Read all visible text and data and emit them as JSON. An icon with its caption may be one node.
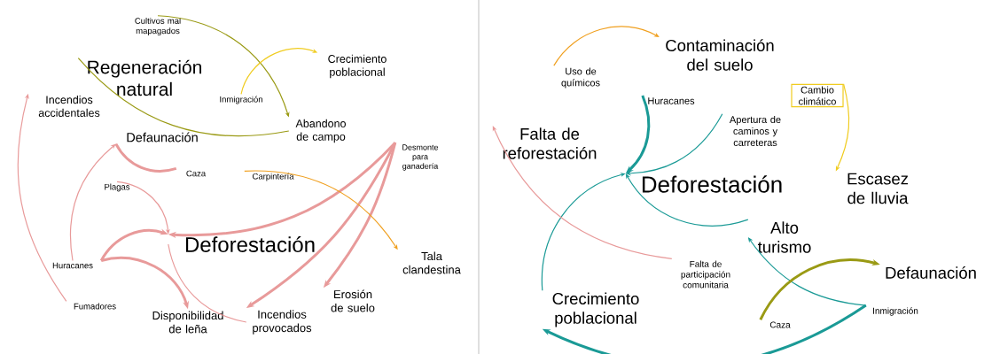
{
  "diagram": {
    "nodes": [
      {
        "text": [
          "Cultivos mal mapagados"
        ]
      },
      {
        "text": [
          "Regeneración natural"
        ]
      },
      {
        "text": [
          "Crecimiento poblacional"
        ]
      },
      {
        "text": [
          "Inmigración"
        ]
      },
      {
        "text": [
          "Incendios accidentales"
        ]
      },
      {
        "text": [
          "Abandono de campo"
        ]
      },
      {
        "text": [
          "Defaunación"
        ]
      },
      {
        "text": [
          "Desmonte para ganadería"
        ]
      },
      {
        "text": [
          "Caza"
        ]
      },
      {
        "text": [
          "Carpintería"
        ]
      },
      {
        "text": [
          "Plagas"
        ]
      },
      {
        "text": [
          "Deforestación"
        ]
      },
      {
        "text": [
          "Tala clandestina"
        ]
      },
      {
        "text": [
          "Huracanes"
        ]
      },
      {
        "text": [
          "Fumadores"
        ]
      },
      {
        "text": [
          "Disponibilidad de leña"
        ]
      },
      {
        "text": [
          "Incendios provocados"
        ]
      },
      {
        "text": [
          "Erosión de suelo"
        ]
      },
      {
        "text": [
          "Uso de químicos"
        ]
      },
      {
        "text": [
          "Contaminación del suelo"
        ]
      },
      {
        "text": [
          "Cambio climático"
        ]
      },
      {
        "text": [
          "Huracanes"
        ]
      },
      {
        "text": [
          "Apertura de caminos y carreteras"
        ]
      },
      {
        "text": [
          "Falta de reforestación"
        ]
      },
      {
        "text": [
          "Deforestación"
        ]
      },
      {
        "text": [
          "Escasez de lluvia"
        ]
      },
      {
        "text": [
          "Alto turismo"
        ]
      },
      {
        "text": [
          "Defaunación"
        ]
      },
      {
        "text": [
          "Falta de participación comunitaria"
        ]
      },
      {
        "text": [
          "Crecimiento poblacional"
        ]
      },
      {
        "text": [
          "Caza"
        ]
      },
      {
        "text": [
          "Inmigración"
        ]
      }
    ],
    "edges": [
      {
        "from": 0,
        "to": 5,
        "arrow": "to",
        "color": "#9a9a14"
      },
      {
        "from": 5,
        "to": 1,
        "arrow": "none",
        "color": "#9a9a14"
      },
      {
        "from": 3,
        "to": 2,
        "arrow": "to",
        "color": "#f0cc20"
      },
      {
        "from": 8,
        "to": 6,
        "arrow": "none",
        "style": "thick"
      },
      {
        "from": 13,
        "to": 6,
        "arrow": "to"
      },
      {
        "from": 14,
        "to": 4,
        "arrow": "to"
      },
      {
        "from": 10,
        "to": 11,
        "arrow": "to"
      },
      {
        "from": 13,
        "to": 11,
        "arrow": "to",
        "style": "thick"
      },
      {
        "from": 13,
        "to": 15,
        "arrow": "to",
        "style": "thick"
      },
      {
        "from": 7,
        "to": 11,
        "arrow": "to",
        "style": "thick"
      },
      {
        "from": 7,
        "to": 16,
        "arrow": "to",
        "style": "thick"
      },
      {
        "from": 7,
        "to": 17,
        "arrow": "to",
        "style": "thick"
      },
      {
        "from": 9,
        "to": 12,
        "arrow": "to",
        "color": "#f0a020"
      },
      {
        "from": 11,
        "to": 16,
        "arrow": "none"
      },
      {
        "from": 18,
        "to": 19,
        "arrow": "to",
        "color": "#f0a020"
      },
      {
        "from": 20,
        "to": 25,
        "arrow": "to",
        "color": "#f0cc20"
      },
      {
        "from": 21,
        "to": 24,
        "arrow": "to",
        "style": "thick",
        "color": "#1a9a96"
      },
      {
        "from": 22,
        "to": 24,
        "arrow": "to",
        "color": "#1a9a96"
      },
      {
        "from": 29,
        "to": 24,
        "arrow": "to",
        "color": "#1a9a96"
      },
      {
        "from": 28,
        "to": 23,
        "arrow": "to"
      },
      {
        "from": 26,
        "to": 24,
        "arrow": "to",
        "color": "#1a9a96"
      },
      {
        "from": 31,
        "to": 26,
        "arrow": "to",
        "color": "#1a9a96"
      },
      {
        "from": 31,
        "to": 29,
        "arrow": "to",
        "style": "thick",
        "color": "#1a9a96"
      },
      {
        "from": 30,
        "to": 27,
        "arrow": "to",
        "style": "thick",
        "color": "#9a9a14"
      }
    ]
  }
}
